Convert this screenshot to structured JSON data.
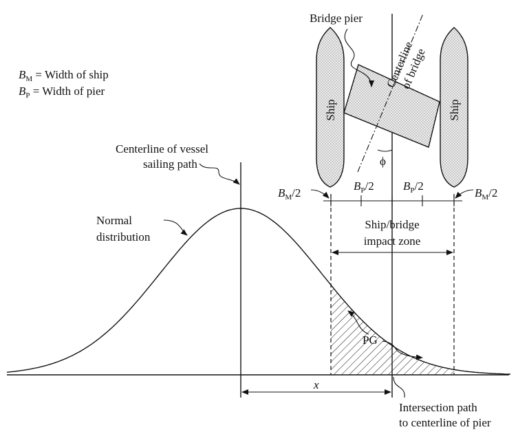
{
  "labels": {
    "bridge_pier": "Bridge pier",
    "centerline_bridge_1": "Centerline",
    "centerline_bridge_2": "of bridge",
    "legend_bm_sym": "B",
    "legend_bm_sub": "M",
    "legend_bm_text": " = Width of ship",
    "legend_bp_sym": "B",
    "legend_bp_sub": "P",
    "legend_bp_text": " = Width of pier",
    "ship_left": "Ship",
    "ship_right": "Ship",
    "phi": "ϕ",
    "vessel_cl_1": "Centerline of vessel",
    "vessel_cl_2": "sailing path",
    "dim_bm_left_sym": "B",
    "dim_bm_left_sub": "M",
    "dim_bm_left_tail": "/2",
    "dim_bp_left_sym": "B",
    "dim_bp_left_sub": "P",
    "dim_bp_left_tail": "/2",
    "dim_bp_right_sym": "B",
    "dim_bp_right_sub": "P",
    "dim_bp_right_tail": "/2",
    "dim_bm_right_sym": "B",
    "dim_bm_right_sub": "M",
    "dim_bm_right_tail": "/2",
    "normal_1": "Normal",
    "normal_2": "distribution",
    "impact_1": "Ship/bridge",
    "impact_2": "impact zone",
    "pg": "PG",
    "x": "x",
    "intersection_1": "Intersection path",
    "intersection_2": "to centerline of pier"
  },
  "colors": {
    "ink": "#111111",
    "ship_fill": "#e6e6e6",
    "background": "#ffffff"
  }
}
